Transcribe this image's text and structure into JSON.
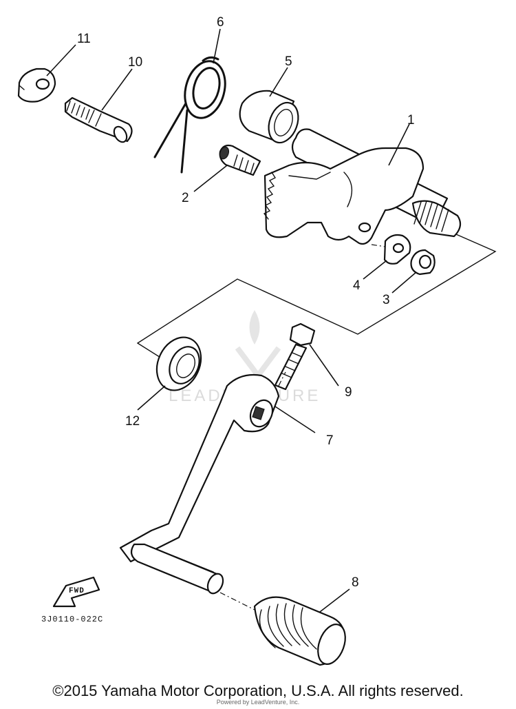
{
  "callouts": {
    "p1": "1",
    "p2": "2",
    "p3": "3",
    "p4": "4",
    "p5": "5",
    "p6": "6",
    "p7": "7",
    "p8": "8",
    "p9": "9",
    "p10": "10",
    "p11": "11",
    "p12": "12"
  },
  "fwd_label": "FWD",
  "drawing_code": "3J0110-022C",
  "watermark": "LEADVENTURE",
  "copyright": "©2015 Yamaha Motor Corporation, U.S.A. All rights reserved.",
  "footnote": "Powered by LeadVenture, Inc."
}
